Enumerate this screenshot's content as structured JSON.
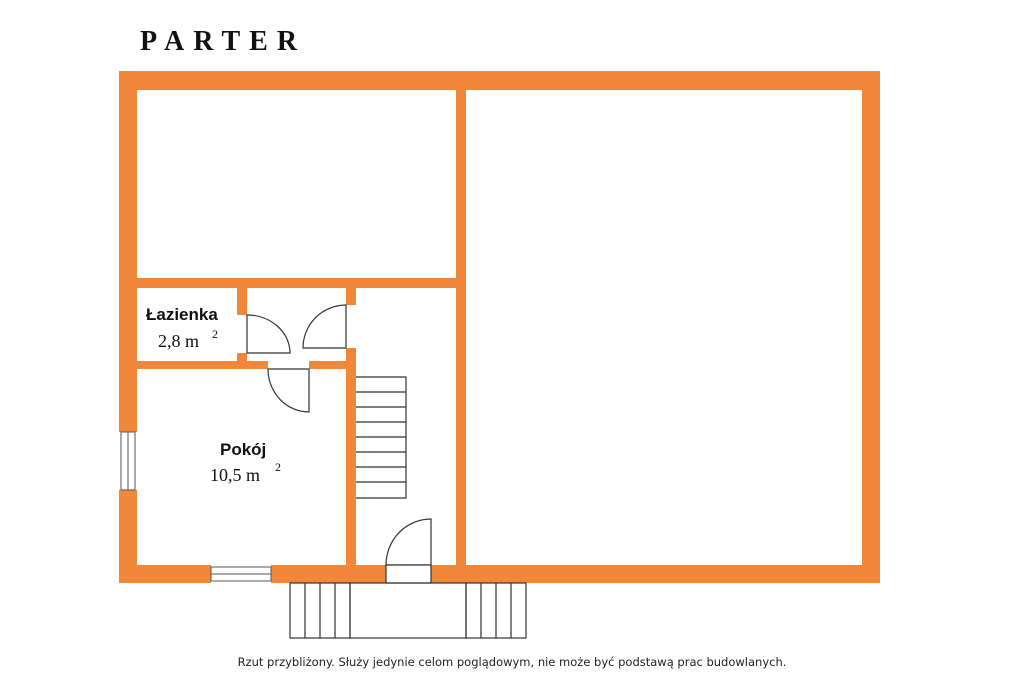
{
  "title": "PARTER",
  "rooms": [
    {
      "name": "Łazienka",
      "area": "2,8 m",
      "unit_sup": "2"
    },
    {
      "name": "Pokój",
      "area": "10,5 m",
      "unit_sup": "2"
    }
  ],
  "disclaimer": "Rzut przybliżony. Służy jedynie celom poglądowym, nie może być podstawą prac budowlanych.",
  "colors": {
    "wall": "#F0873A",
    "line": "#333333",
    "background": "#FFFFFF"
  }
}
